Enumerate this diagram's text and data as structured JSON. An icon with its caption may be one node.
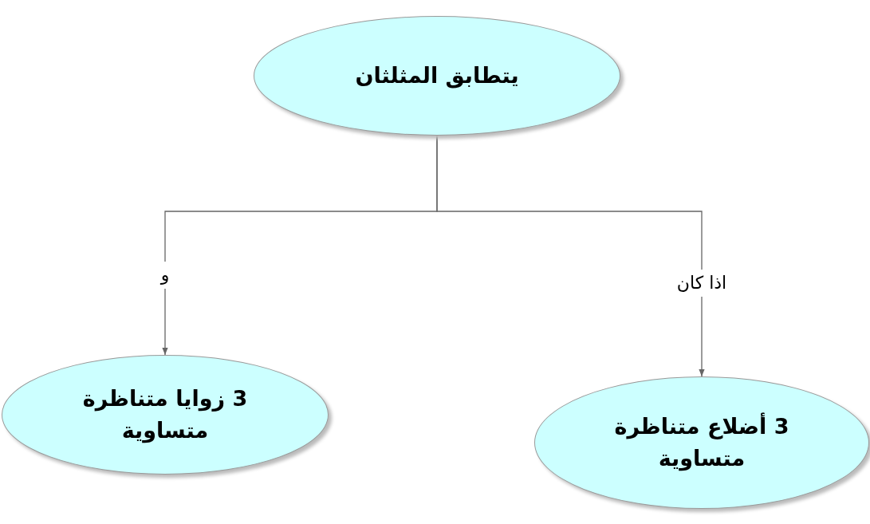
{
  "diagram": {
    "nodes": [
      {
        "text": [
          "يتطابق المثلثان"
        ]
      },
      {
        "text": [
          "3 أضلاع متناظرة متساوية"
        ]
      },
      {
        "text": [
          "3 زوايا متناظرة متساوية"
        ]
      }
    ],
    "edges": [
      {
        "from": 0,
        "to": 1,
        "arrow": "to",
        "label": "اذا كان"
      },
      {
        "from": 0,
        "to": 2,
        "arrow": "to",
        "label": "و"
      }
    ]
  }
}
